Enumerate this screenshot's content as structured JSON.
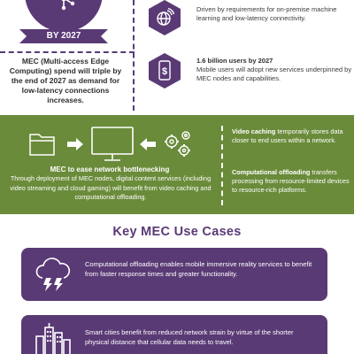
{
  "top": {
    "ribbon_label": "BY 2027",
    "spend_text": "MEC (Multi-access Edge Computing) spend will triple by the end of 2027 as demand for low-latency connections increases.",
    "item1_body": "Driven by requirements for on-premise machine learning and low-latency connectivity.",
    "item2_title": "1.6 billion users by 2027",
    "item2_body": "Mobile users will adopt new services underpinned by MEC nodes and capabilities."
  },
  "green": {
    "mec_title": "MEC to ease network bottlenecking",
    "mec_desc": "Through deployment of MEC nodes, digital content services (including video streaming and cloud gaming) will benefit from video caching and computational offloading.",
    "video_caching_title": "Video caching",
    "video_caching_body": " temporarily stores data closer to end users within a network.",
    "offloading_title": "Computational offloading",
    "offloading_body": " transfers processing from resource-limited devices to resource-rich platforms."
  },
  "use_cases": {
    "title": "Key MEC Use Cases",
    "cards": [
      {
        "text": "Computational offloading enables mobile immersive reality services to benefit from faster response times and greater functionality.",
        "icon": "cloud-lightning-icon"
      },
      {
        "text": "Smart cities benefit from reduced network strain by virtue of the shorter physical distance that cellular data needs to travel.",
        "icon": "city-buildings-icon"
      }
    ]
  },
  "colors": {
    "purple": "#5a3a75",
    "green": "#6a8b3a",
    "white": "#ffffff",
    "text": "#3b3b3b"
  }
}
